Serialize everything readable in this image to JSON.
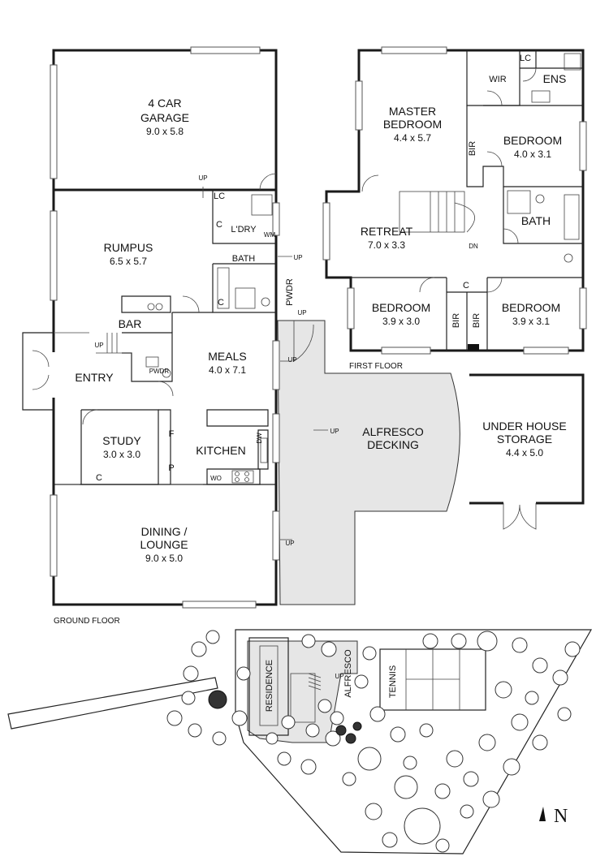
{
  "ground_floor": {
    "label": "GROUND FLOOR",
    "rooms": {
      "garage": {
        "name1": "4 CAR",
        "name2": "GARAGE",
        "dims": "9.0 x 5.8"
      },
      "rumpus": {
        "name": "RUMPUS",
        "dims": "6.5 x 5.7"
      },
      "bar": {
        "name": "BAR"
      },
      "entry": {
        "name": "ENTRY"
      },
      "meals": {
        "name": "MEALS",
        "dims": "4.0 x 7.1"
      },
      "study": {
        "name": "STUDY",
        "dims": "3.0 x 3.0"
      },
      "kitchen": {
        "name": "KITCHEN"
      },
      "dining": {
        "name1": "DINING /",
        "name2": "LOUNGE",
        "dims": "9.0 x 5.0"
      },
      "laundry": {
        "name": "L'DRY"
      },
      "bath": {
        "name": "BATH"
      },
      "powder": {
        "name": "PWDR"
      },
      "powder_small": {
        "name": "PWDR"
      }
    },
    "fixtures": {
      "lc": "LC",
      "c": "C",
      "wm": "WM",
      "f": "F",
      "p": "P",
      "dw": "DW",
      "wo": "WO",
      "up": "UP"
    }
  },
  "first_floor": {
    "label": "FIRST FLOOR",
    "rooms": {
      "master": {
        "name1": "MASTER",
        "name2": "BEDROOM",
        "dims": "4.4 x 5.7"
      },
      "wir": {
        "name": "WIR"
      },
      "ens": {
        "name": "ENS"
      },
      "bed1": {
        "name": "BEDROOM",
        "dims": "4.0 x 3.1"
      },
      "retreat": {
        "name": "RETREAT",
        "dims": "7.0 x 3.3"
      },
      "bath": {
        "name": "BATH"
      },
      "bed2": {
        "name": "BEDROOM",
        "dims": "3.9 x 3.0"
      },
      "bed3": {
        "name": "BEDROOM",
        "dims": "3.9 x 3.1"
      }
    },
    "fixtures": {
      "bir": "BIR",
      "lc": "LC",
      "c": "C",
      "dn": "DN"
    }
  },
  "alfresco": {
    "name1": "ALFRESCO",
    "name2": "DECKING",
    "up": "UP"
  },
  "storage": {
    "name1": "UNDER HOUSE",
    "name2": "STORAGE",
    "dims": "4.4 x 5.0"
  },
  "site": {
    "residence": "RESIDENCE",
    "alfresco": "ALFRESCO",
    "tennis": "TENNIS",
    "up": "UP"
  },
  "compass": {
    "north": "N"
  }
}
